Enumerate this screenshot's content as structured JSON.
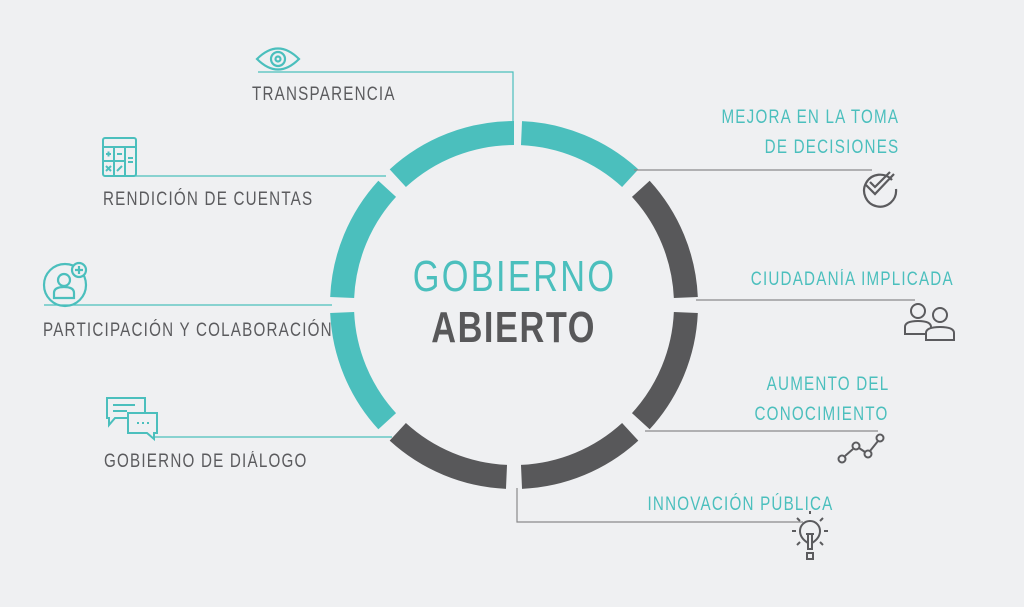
{
  "center": {
    "line1": "GOBIERNO",
    "line2": "ABIERTO"
  },
  "colors": {
    "teal": "#4bbfbd",
    "dark": "#58585a",
    "text": "#5b5b5e",
    "background": "#eff0f2"
  },
  "ring_segments": [
    "teal",
    "dark",
    "dark",
    "dark",
    "dark",
    "teal",
    "teal",
    "teal"
  ],
  "left_items": [
    {
      "label": "TRANSPARENCIA",
      "icon": "eye-icon"
    },
    {
      "label": "RENDICIÓN DE CUENTAS",
      "icon": "calculator-icon"
    },
    {
      "label": "PARTICIPACIÓN Y COLABORACIÓN",
      "icon": "user-add-icon"
    },
    {
      "label": "GOBIERNO DE DIÁLOGO",
      "icon": "chat-bubbles-icon"
    }
  ],
  "right_items": [
    {
      "label_line1": "MEJORA EN LA TOMA",
      "label_line2": "DE DECISIONES",
      "icon": "check-circle-icon"
    },
    {
      "label_line1": "CIUDADANÍA IMPLICADA",
      "icon": "people-icon"
    },
    {
      "label_line1": "AUMENTO DEL",
      "label_line2": "CONOCIMIENTO",
      "icon": "graph-nodes-icon"
    },
    {
      "label_line1": "INNOVACIÓN PÚBLICA",
      "icon": "lightbulb-icon"
    }
  ]
}
